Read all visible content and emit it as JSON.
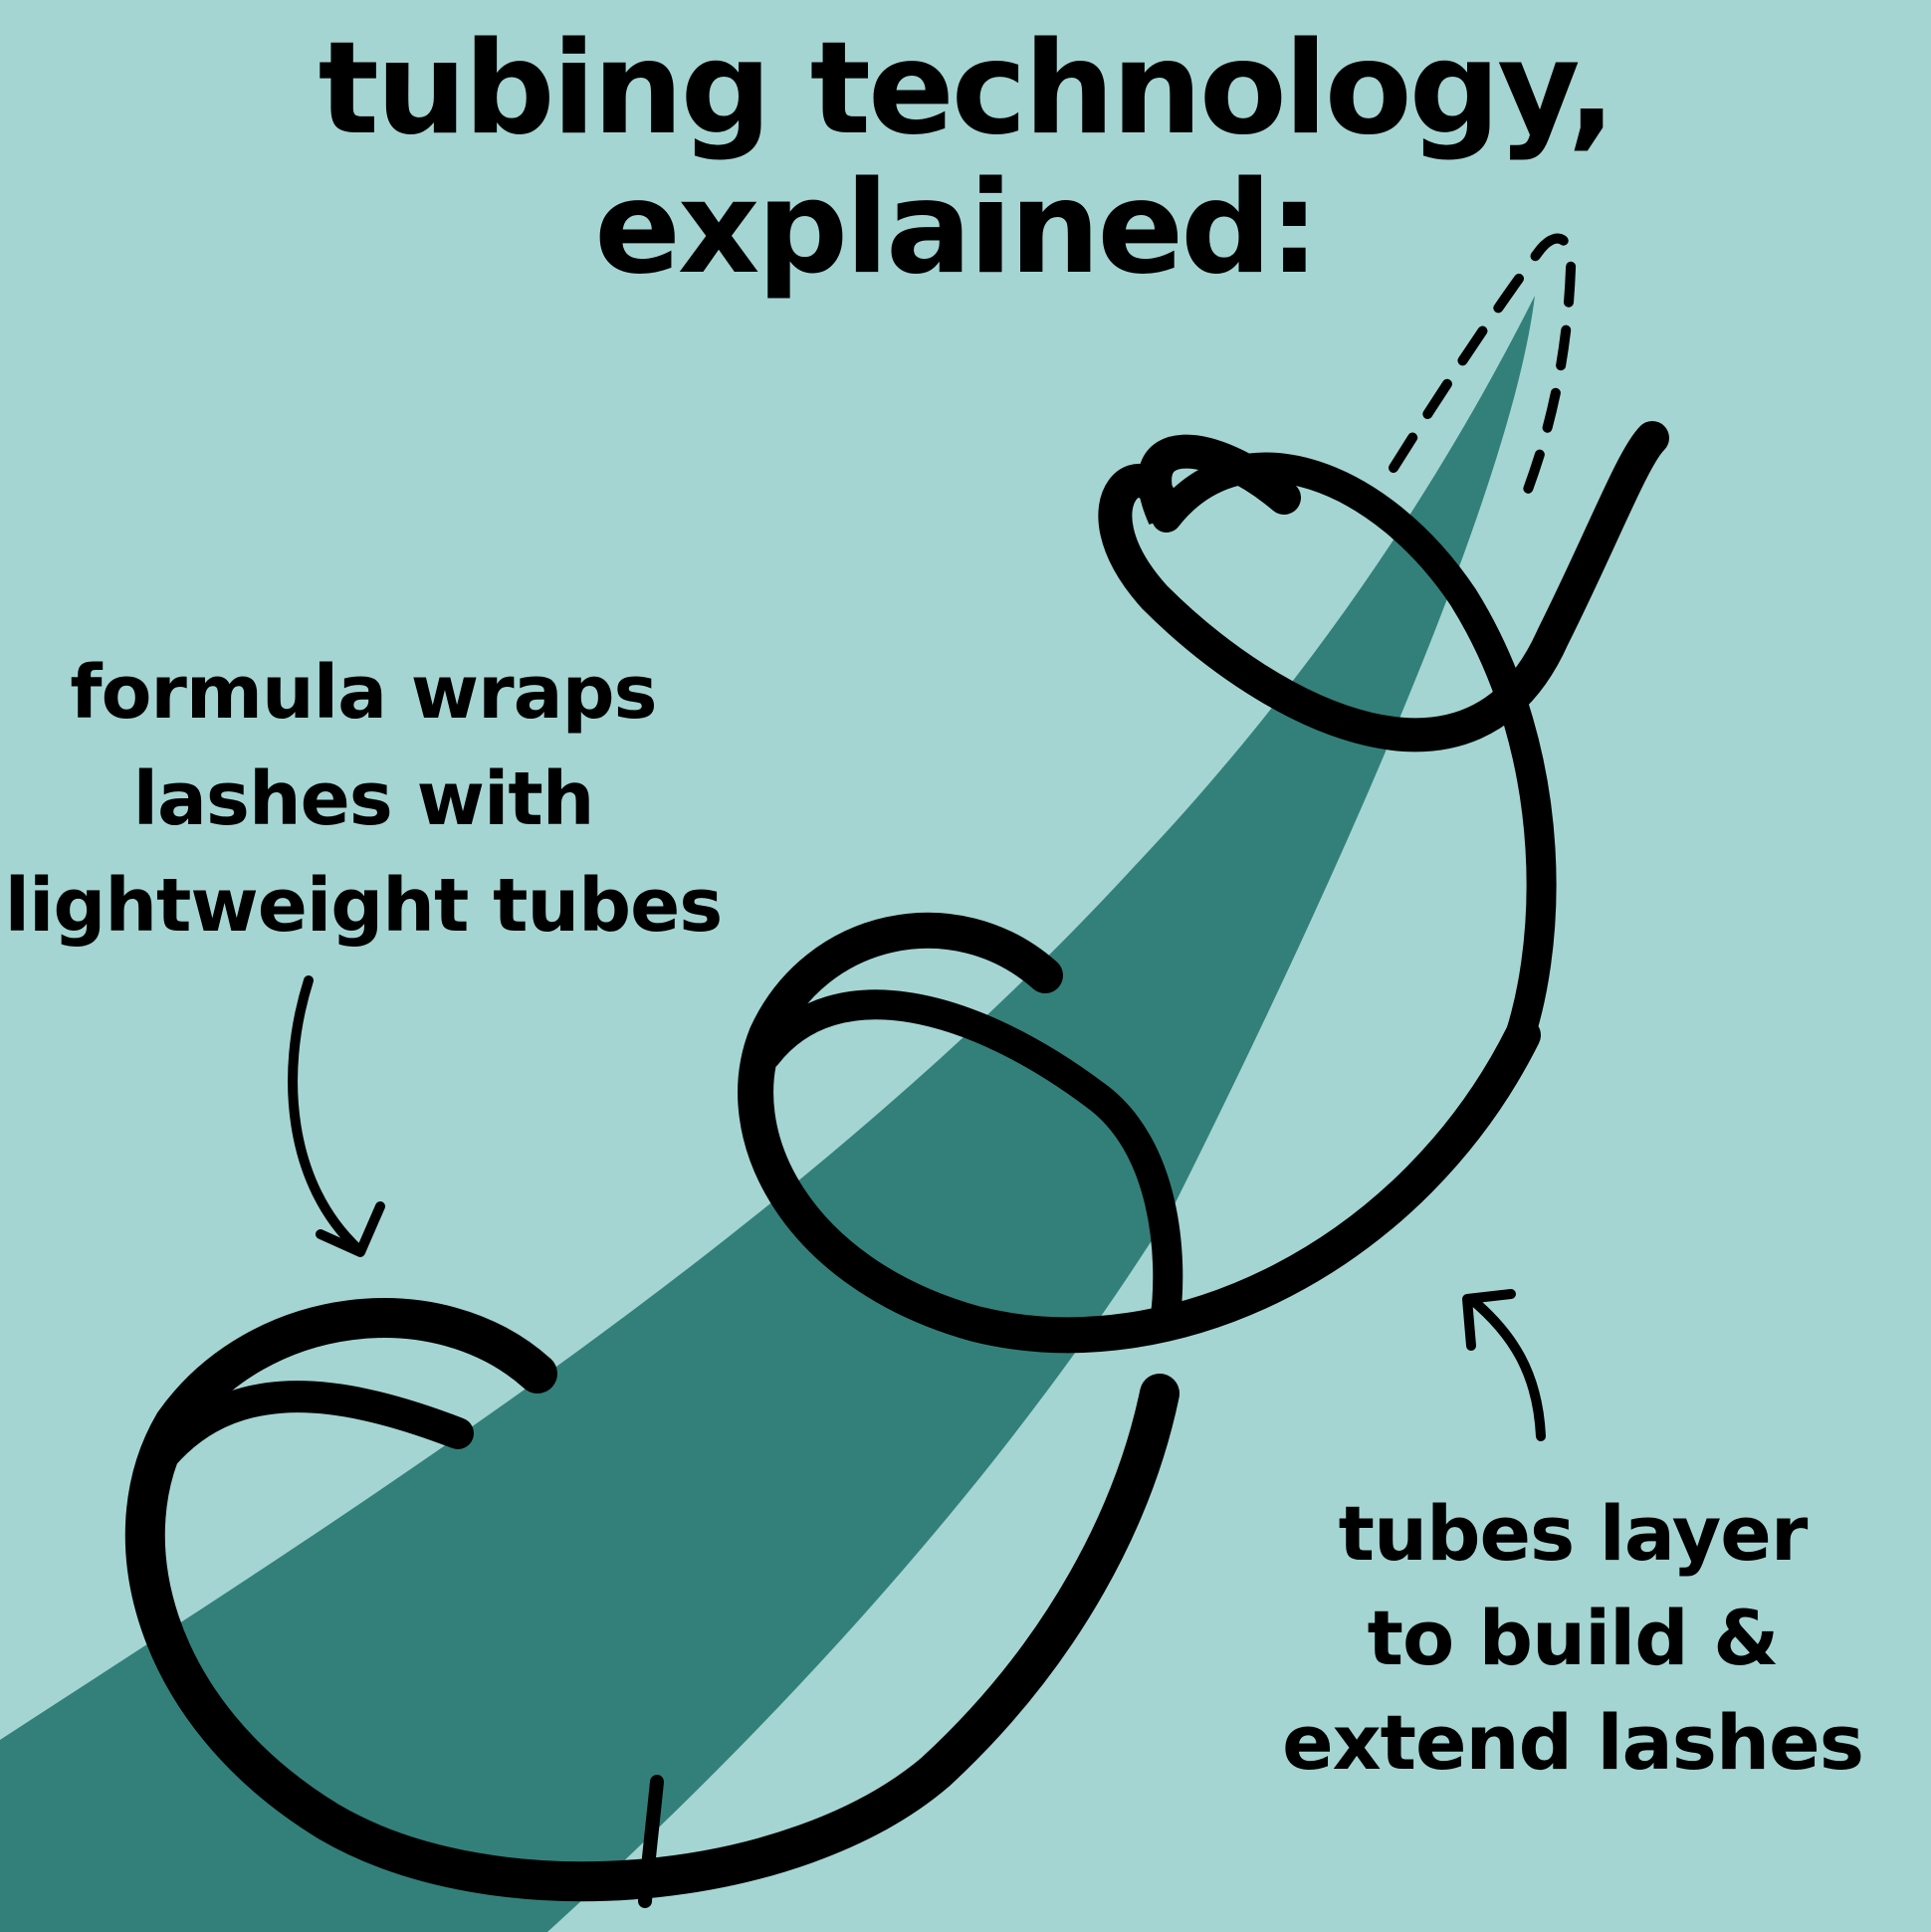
{
  "title": {
    "line1": "tubing technology,",
    "line2": "explained:"
  },
  "captions": {
    "left": {
      "line1": "formula wraps",
      "line2": "lashes with",
      "line3": "lightweight tubes"
    },
    "right": {
      "line1": "tubes layer",
      "line2": "to build &",
      "line3": "extend lashes"
    }
  },
  "colors": {
    "background": "#a4d5d2",
    "lash": "#33807a",
    "tube": "#000000",
    "text": "#000000"
  },
  "icons": {
    "left_arrow": "curved-arrow-down-icon",
    "right_arrow": "curved-arrow-up-icon"
  }
}
